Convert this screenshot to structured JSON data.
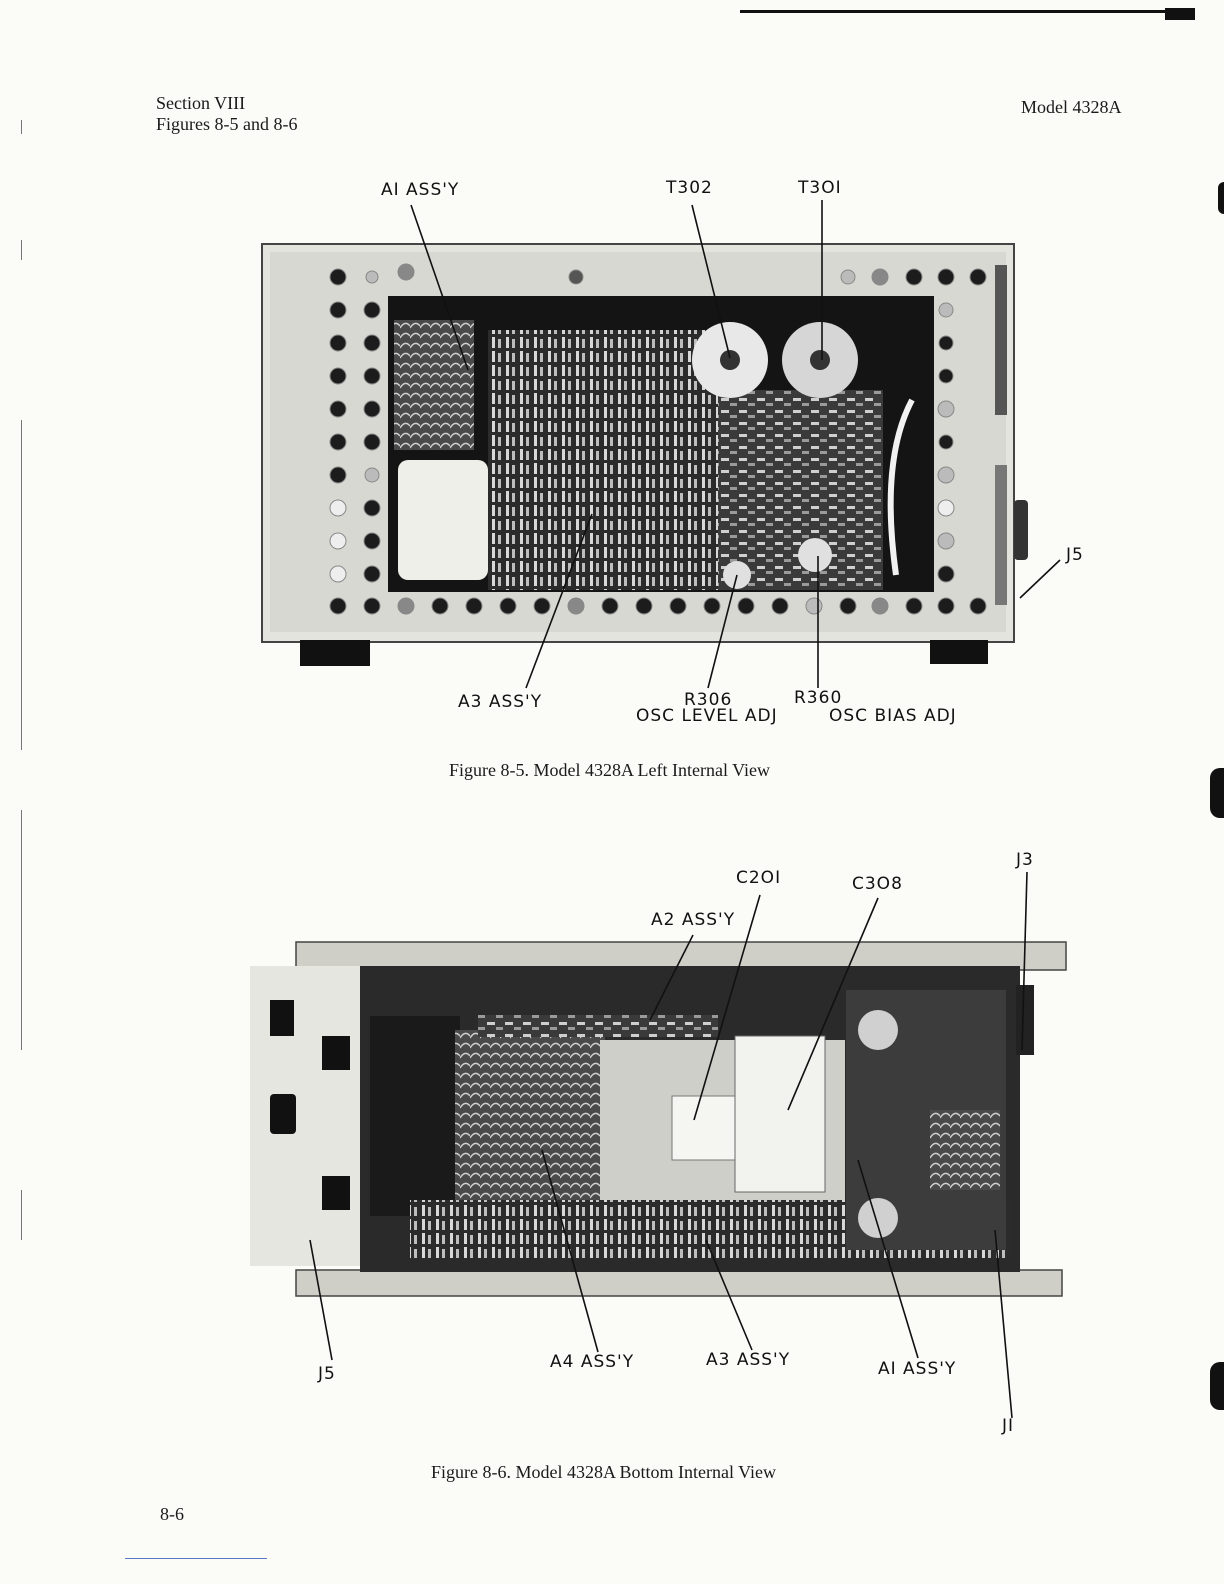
{
  "header": {
    "section": "Section VIII",
    "figures": "Figures 8-5 and 8-6",
    "model": "Model 4328A"
  },
  "figure_top": {
    "caption": "Figure 8-5.   Model 4328A Left Internal View",
    "labels": {
      "a1": "AI  ASS'Y",
      "t302": "T302",
      "t301": "T3OI",
      "j5": "J5",
      "a3": "A3  ASS'Y",
      "r306": "R306",
      "osc_level": "OSC LEVEL ADJ",
      "r360": "R360",
      "osc_bias": "OSC  BIAS  ADJ"
    }
  },
  "figure_bottom": {
    "caption": "Figure 8-6.   Model 4328A Bottom Internal View",
    "labels": {
      "c201": "C2OI",
      "c308": "C3O8",
      "j3": "J3",
      "a2": "A2  ASS'Y",
      "j5": "J5",
      "a4": "A4  ASS'Y",
      "a3": "A3  ASS'Y",
      "a1": "AI  ASS'Y",
      "j1": "JI"
    }
  },
  "footer": {
    "page_number": "8-6"
  }
}
